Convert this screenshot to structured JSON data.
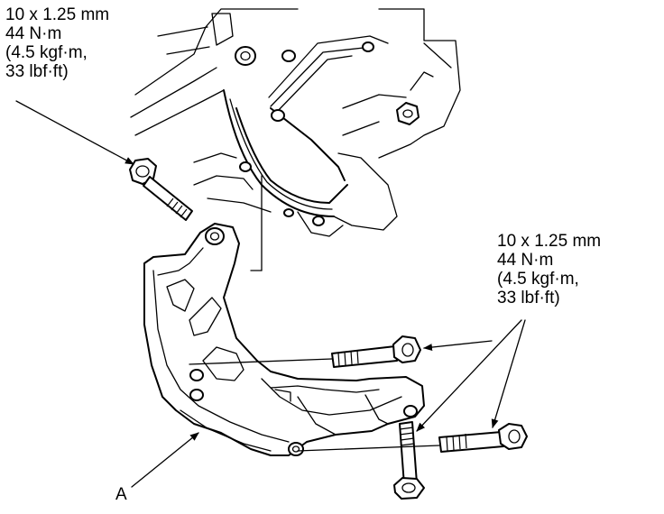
{
  "torque_spec_bolt_upper": {
    "size": "10 x 1.25 mm",
    "torque_nm": "44 N·m",
    "torque_kgfm": "(4.5 kgf·m,",
    "torque_lbfft": "33 lbf·ft)"
  },
  "torque_spec_bolts_lower": {
    "size": "10 x 1.25 mm",
    "torque_nm": "44 N·m",
    "torque_kgfm": "(4.5 kgf·m,",
    "torque_lbfft": "33 lbf·ft)"
  },
  "part_label": "A",
  "colors": {
    "line": "#000000",
    "background": "#ffffff"
  }
}
